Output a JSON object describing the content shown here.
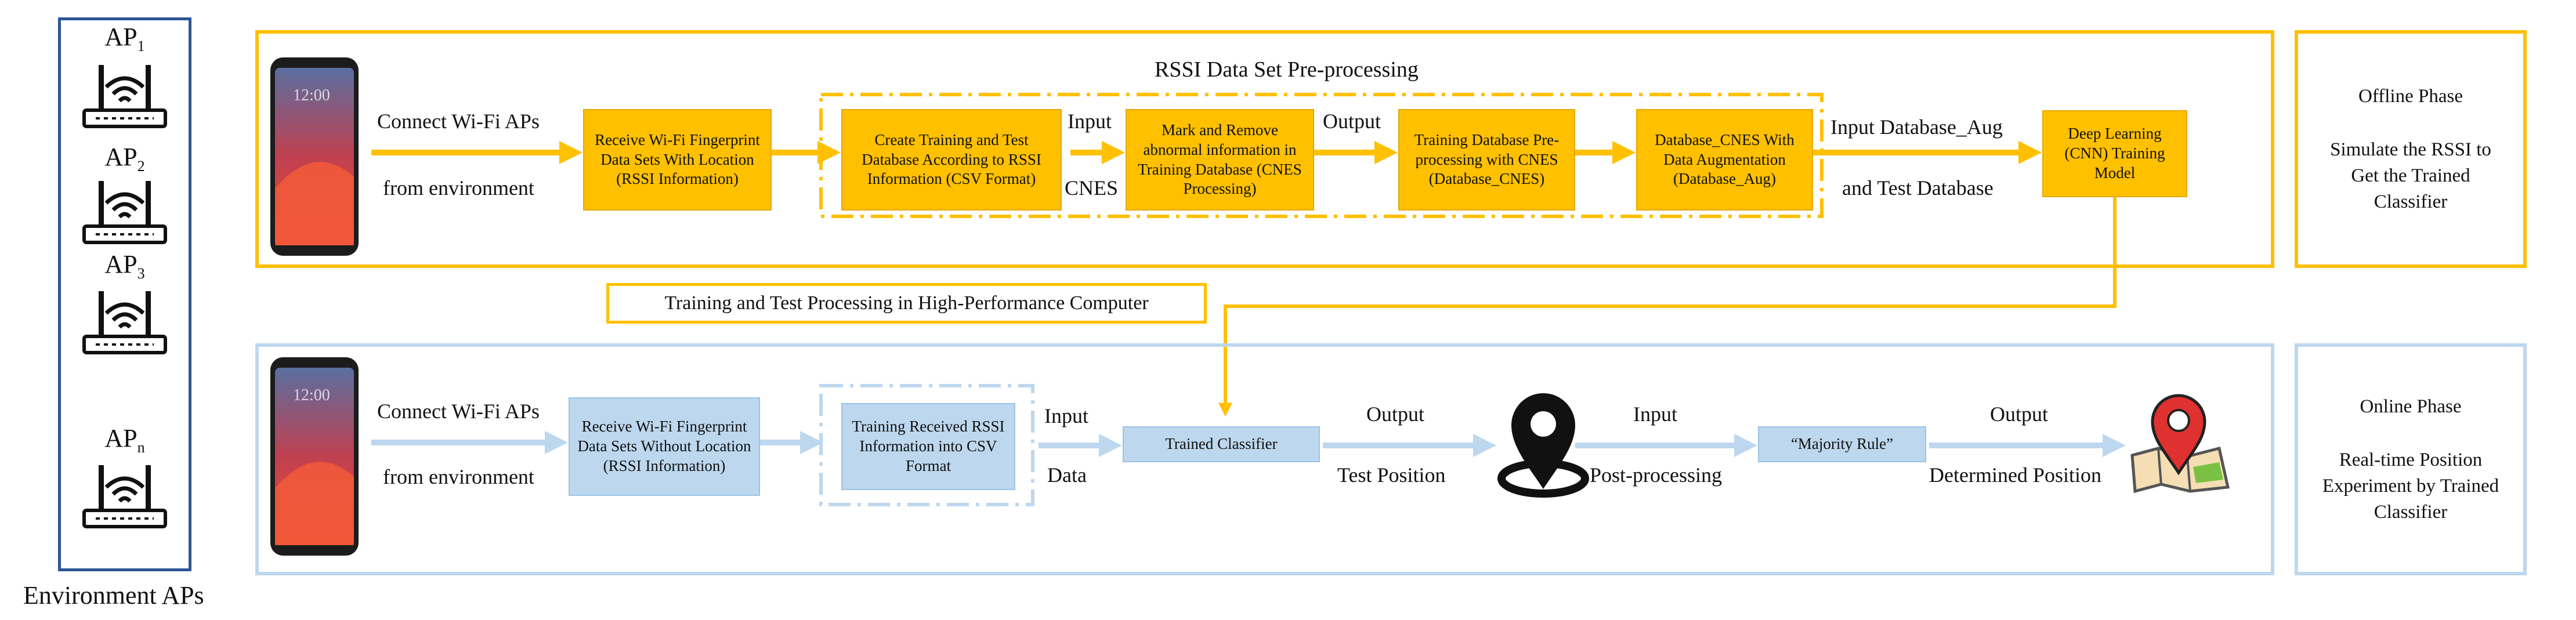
{
  "aps": {
    "items": [
      {
        "base": "AP",
        "sub": "1"
      },
      {
        "base": "AP",
        "sub": "2"
      },
      {
        "base": "AP",
        "sub": "3"
      },
      {
        "base": "AP",
        "sub": "n"
      }
    ],
    "footer": "Environment APs"
  },
  "offline": {
    "title": "RSSI Data Set Pre-processing",
    "connect_label": "Connect Wi-Fi APs",
    "env_label": "from environment",
    "box_receive": "Receive Wi-Fi Fingerprint Data Sets With Location (RSSI Information)",
    "box_create": "Create Training and Test Database According to RSSI Information (CSV Format)",
    "input_label": "Input",
    "cnes_label": "CNES",
    "box_mark": "Mark and Remove abnormal information in Training Database (CNES Processing)",
    "output_label": "Output",
    "box_training_db": "Training Database Pre-processing with CNES (Database_CNES)",
    "box_augment": "Database_CNES With Data Augmentation (Database_Aug)",
    "input_aug_label": "Input Database_Aug",
    "test_db_label": "and Test Database",
    "box_deep": "Deep Learning (CNN) Training Model",
    "phase_title": "Offline Phase",
    "phase_desc": "Simulate the RSSI to Get the Trained Classifier"
  },
  "hpc_label": "Training and Test Processing in High-Performance Computer",
  "online": {
    "connect_label": "Connect Wi-Fi APs",
    "env_label": "from environment",
    "box_receive": "Receive Wi-Fi Fingerprint Data Sets Without Location (RSSI Information)",
    "box_training": "Training Received RSSI Information into CSV Format",
    "input_label": "Input",
    "data_label": "Data",
    "box_classifier": "Trained Classifier",
    "output_label": "Output",
    "test_pos_label": "Test Position",
    "input2_label": "Input",
    "post_label": "Post-processing",
    "box_majority": "“Majority Rule”",
    "output2_label": "Output",
    "determined_label": "Determined Position",
    "phase_title": "Online Phase",
    "phase_desc": "Real-time Position Experiment by Trained Classifier"
  },
  "phone_screen_time": "12:00",
  "colors": {
    "offline_accent": "#ffc000",
    "online_accent": "#bdd7ee",
    "ap_border": "#2f5597",
    "marker_red": "#e03131"
  }
}
